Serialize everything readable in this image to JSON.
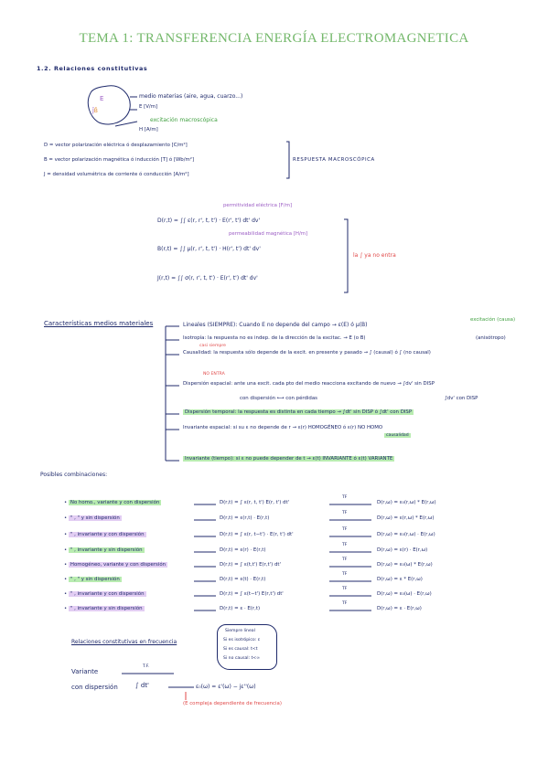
{
  "page": {
    "title": "TEMA 1: TRANSFERENCIA ENERGÍA ELECTROMAGNETICA",
    "section": "1.2. Relaciones constitutivas"
  },
  "intro": {
    "medium_label": "medio materias (aire, agua, cuarzo...)",
    "e_field": "E [V/m]",
    "excitation": "excitación macroscópica",
    "h_field": "H [A/m]",
    "d_line": "D = vector polarización eléctrica ó desplazamiento [C/m²]",
    "b_line": "B = vector polarización magnética ó inducción [T] ó [Wb/m²]",
    "j_line": "J = densidad volumétrica de corriente ó conducción [A/m²]",
    "response": "RESPUESTA MACROSCÓPICA"
  },
  "equations": {
    "permittivity": "permitividad eléctrica [F/m]",
    "permeability": "permeabilidad magnética [H/m]",
    "eq_d": "D(r,t) = ∫∫ ε(r, r', t, t') · E(r', t') dt' dv'",
    "eq_b": "B(r,t) = ∫∫ μ(r, r', t, t') · H(r', t') dt' dv'",
    "eq_j": "J(r,t) = ∫∫ σ(r, r', t, t') · E(r', t') dt' dv'",
    "note": "la ∫ ya no entra"
  },
  "characteristics": {
    "heading": "Características medios materiales",
    "lineal": "Lineales (SIEMPRE): Cuando E no depende del campo → ε(E) ó μ(B)",
    "lineal_note": "excitación (causa)",
    "isotropo": "Isotropía: la respuesta no es indep. de la dirección de la excitac. → E (o B)",
    "isotropo_note": "(anisótropo)",
    "causal_tag": "casi siempre",
    "causal": "Causalidad: la respuesta sólo depende de la excit. en presente y pasado → ∫ (causal) ó ∫ (no causal)",
    "no_entra": "NO ENTRA",
    "espacial": "Dispersión espacial: ante una excit. cada pto del medio reacciona excitando de nuevo → ∫dv' sin DISP",
    "espacial_2": "con dispersión ⟷ con pérdidas",
    "espacial_3": "∫dv' con DISP",
    "temporal": "Dispersión temporal: la respuesta es distinta en cada tiempo → ∫dt' sin DISP ó ∫dt' con DISP",
    "invar_esp": "Invariante espacial: si su ε no depende de r → ε(r) HOMOGÉNEO ó ε(r) NO HOMO",
    "invar_tag": "causalidad",
    "invar_temp": "Invariante (tiempo): si ε no puede depender de t → ε(t) INVARIANTE ó ε(t) VARIANTE"
  },
  "combinations": {
    "heading": "Posibles combinaciones:",
    "tf": "TF",
    "rows": [
      {
        "label": "No homo., variante y con dispersión",
        "eq": "D(r,t) = ∫ ε(r, t, t') E(r, t') dt'",
        "tf_eq": "D(r,ω) = ε₀(r,ω) * E(r,ω)"
      },
      {
        "label": "\"     , \"     y sin dispersión",
        "eq": "D(r,t) = ε(r,t) · E(r,t)",
        "tf_eq": "D(r,ω) = ε(r,ω) * E(r,ω)"
      },
      {
        "label": "\"     , invariante y con dispersión",
        "eq": "D(r,t) = ∫ ε(r, t−t') · E(r, t') dt'",
        "tf_eq": "D(r,ω) = ε₀(r,ω) · E(r,ω)"
      },
      {
        "label": "\"     , invariante y sin dispersión",
        "eq": "D(r,t) = ε(r) · E(r,t)",
        "tf_eq": "D(r,ω) = ε(r) · E(r,ω)"
      },
      {
        "label": "Homogéneo, variante y con dispersión",
        "eq": "D(r,t) = ∫ ε(t,t') E(r,t') dt'",
        "tf_eq": "D(r,ω) = ε₀(ω) * E(r,ω)"
      },
      {
        "label": "\"  , \"  y sin dispersión",
        "eq": "D(r,t) = ε(t) · E(r,t)",
        "tf_eq": "D(r,ω) = ε * E(r,ω)"
      },
      {
        "label": "\"  , invariante y con dispersión",
        "eq": "D(r,t) = ∫ ε(t−t') E(r,t') dt'",
        "tf_eq": "D(r,ω) = ε₀(ω) · E(r,ω)"
      },
      {
        "label": "\"  , invariante y sin dispersión",
        "eq": "D(r,t) = ε · E(r,t)",
        "tf_eq": "D(r,ω) = ε · E(r,ω)"
      }
    ]
  },
  "frequency": {
    "heading": "Relaciones constitutivas en frecuencia",
    "box": [
      "Siempre lineal",
      "Si es isotrópico: ε",
      "Si es causal: t<t",
      "Si no causal: t<∞"
    ],
    "variante": "Variante",
    "tf": "T.F.",
    "con_disp": "con dispersión",
    "integral": "∫ dt'",
    "result": "ε₀(ω) = ε'(ω) − jε''(ω)",
    "note": "(E compleja dependiente de frecuencia)"
  }
}
